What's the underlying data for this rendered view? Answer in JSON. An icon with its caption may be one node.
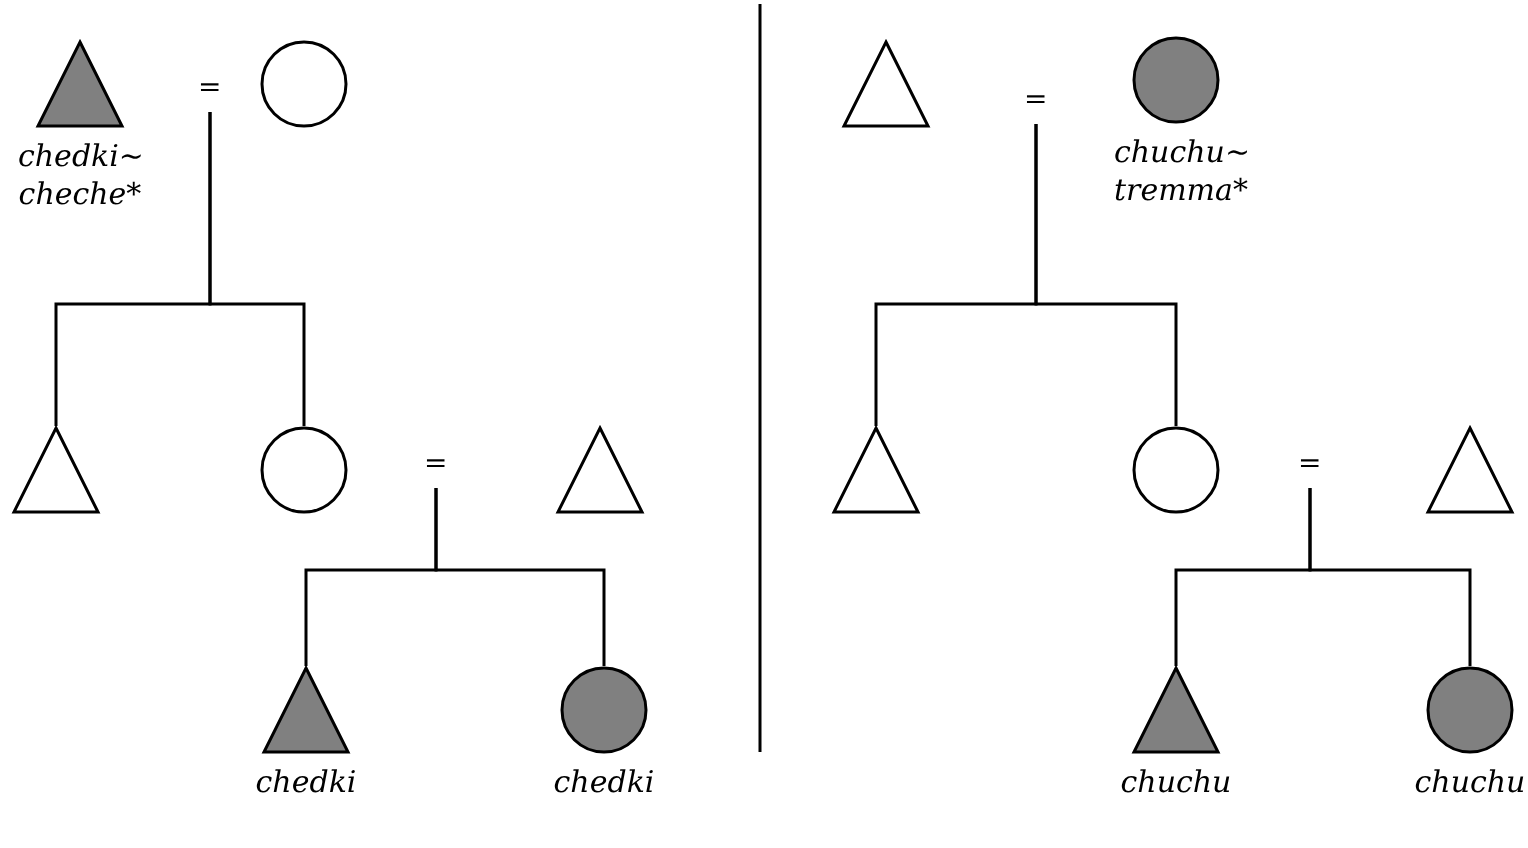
{
  "diagram": {
    "nodes": [
      {
        "text": [
          "chedki~ cheche*"
        ]
      },
      {
        "text": [
          "="
        ]
      },
      {
        "text": [],
        "shape": "circle"
      },
      {
        "text": [],
        "shape": "triangle"
      },
      {
        "text": [],
        "shape": "circle"
      },
      {
        "text": [
          "="
        ]
      },
      {
        "text": [],
        "shape": "triangle"
      },
      {
        "text": [
          "chedki"
        ]
      },
      {
        "text": [
          "chedki"
        ]
      },
      {
        "text": [],
        "shape": "triangle"
      },
      {
        "text": [
          "="
        ]
      },
      {
        "text": [
          "chuchu~ tremma*"
        ]
      },
      {
        "text": [],
        "shape": "triangle"
      },
      {
        "text": [],
        "shape": "circle"
      },
      {
        "text": [
          "="
        ]
      },
      {
        "text": [],
        "shape": "triangle"
      },
      {
        "text": [
          "chuchu"
        ]
      },
      {
        "text": [
          "chuchu"
        ]
      }
    ],
    "edges": [
      {
        "from": 1,
        "to": 3,
        "arrow": "none"
      },
      {
        "from": 1,
        "to": 4,
        "arrow": "none"
      },
      {
        "from": 5,
        "to": 7,
        "arrow": "none"
      },
      {
        "from": 5,
        "to": 8,
        "arrow": "none"
      },
      {
        "from": 10,
        "to": 12,
        "arrow": "none"
      },
      {
        "from": 10,
        "to": 13,
        "arrow": "none"
      },
      {
        "from": 14,
        "to": 16,
        "arrow": "none"
      },
      {
        "from": 14,
        "to": 17,
        "arrow": "none"
      }
    ]
  }
}
